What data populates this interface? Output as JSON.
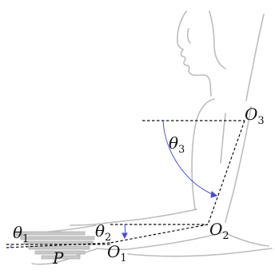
{
  "labels": {
    "theta1": "θ",
    "theta1_sub": "1",
    "theta2": "θ",
    "theta2_sub": "2",
    "theta3": "θ",
    "theta3_sub": "3",
    "P": "P",
    "O1": "O",
    "O1_sub": "1",
    "O2": "O",
    "O2_sub": "2",
    "O3": "O",
    "O3_sub": "3"
  },
  "colors": {
    "body_outline": "#bdbdbd",
    "dashed_line": "#111111",
    "angle_arc": "#4a4ad8",
    "label_text": "#111111"
  }
}
